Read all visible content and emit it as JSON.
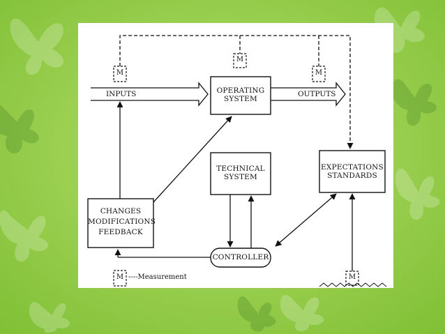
{
  "colors": {
    "slide_background": "#8cc63f",
    "panel_background": "#ffffff",
    "ink": "#111111"
  },
  "nodes": {
    "operating_system": [
      "OPERATING",
      "SYSTEM"
    ],
    "technical_system": [
      "TECHNICAL",
      "SYSTEM"
    ],
    "expectations_standards": [
      "EXPECTATIONS",
      "STANDARDS"
    ],
    "changes_feedback": [
      "CHANGES",
      "MODIFICATIONS",
      "FEEDBACK"
    ],
    "controller": "CONTROLLER"
  },
  "edges": {
    "inputs": "INPUTS",
    "outputs": "OUTPUTS"
  },
  "measurement_marker": "M",
  "legend": {
    "marker": "M",
    "text": "----Measurement"
  }
}
